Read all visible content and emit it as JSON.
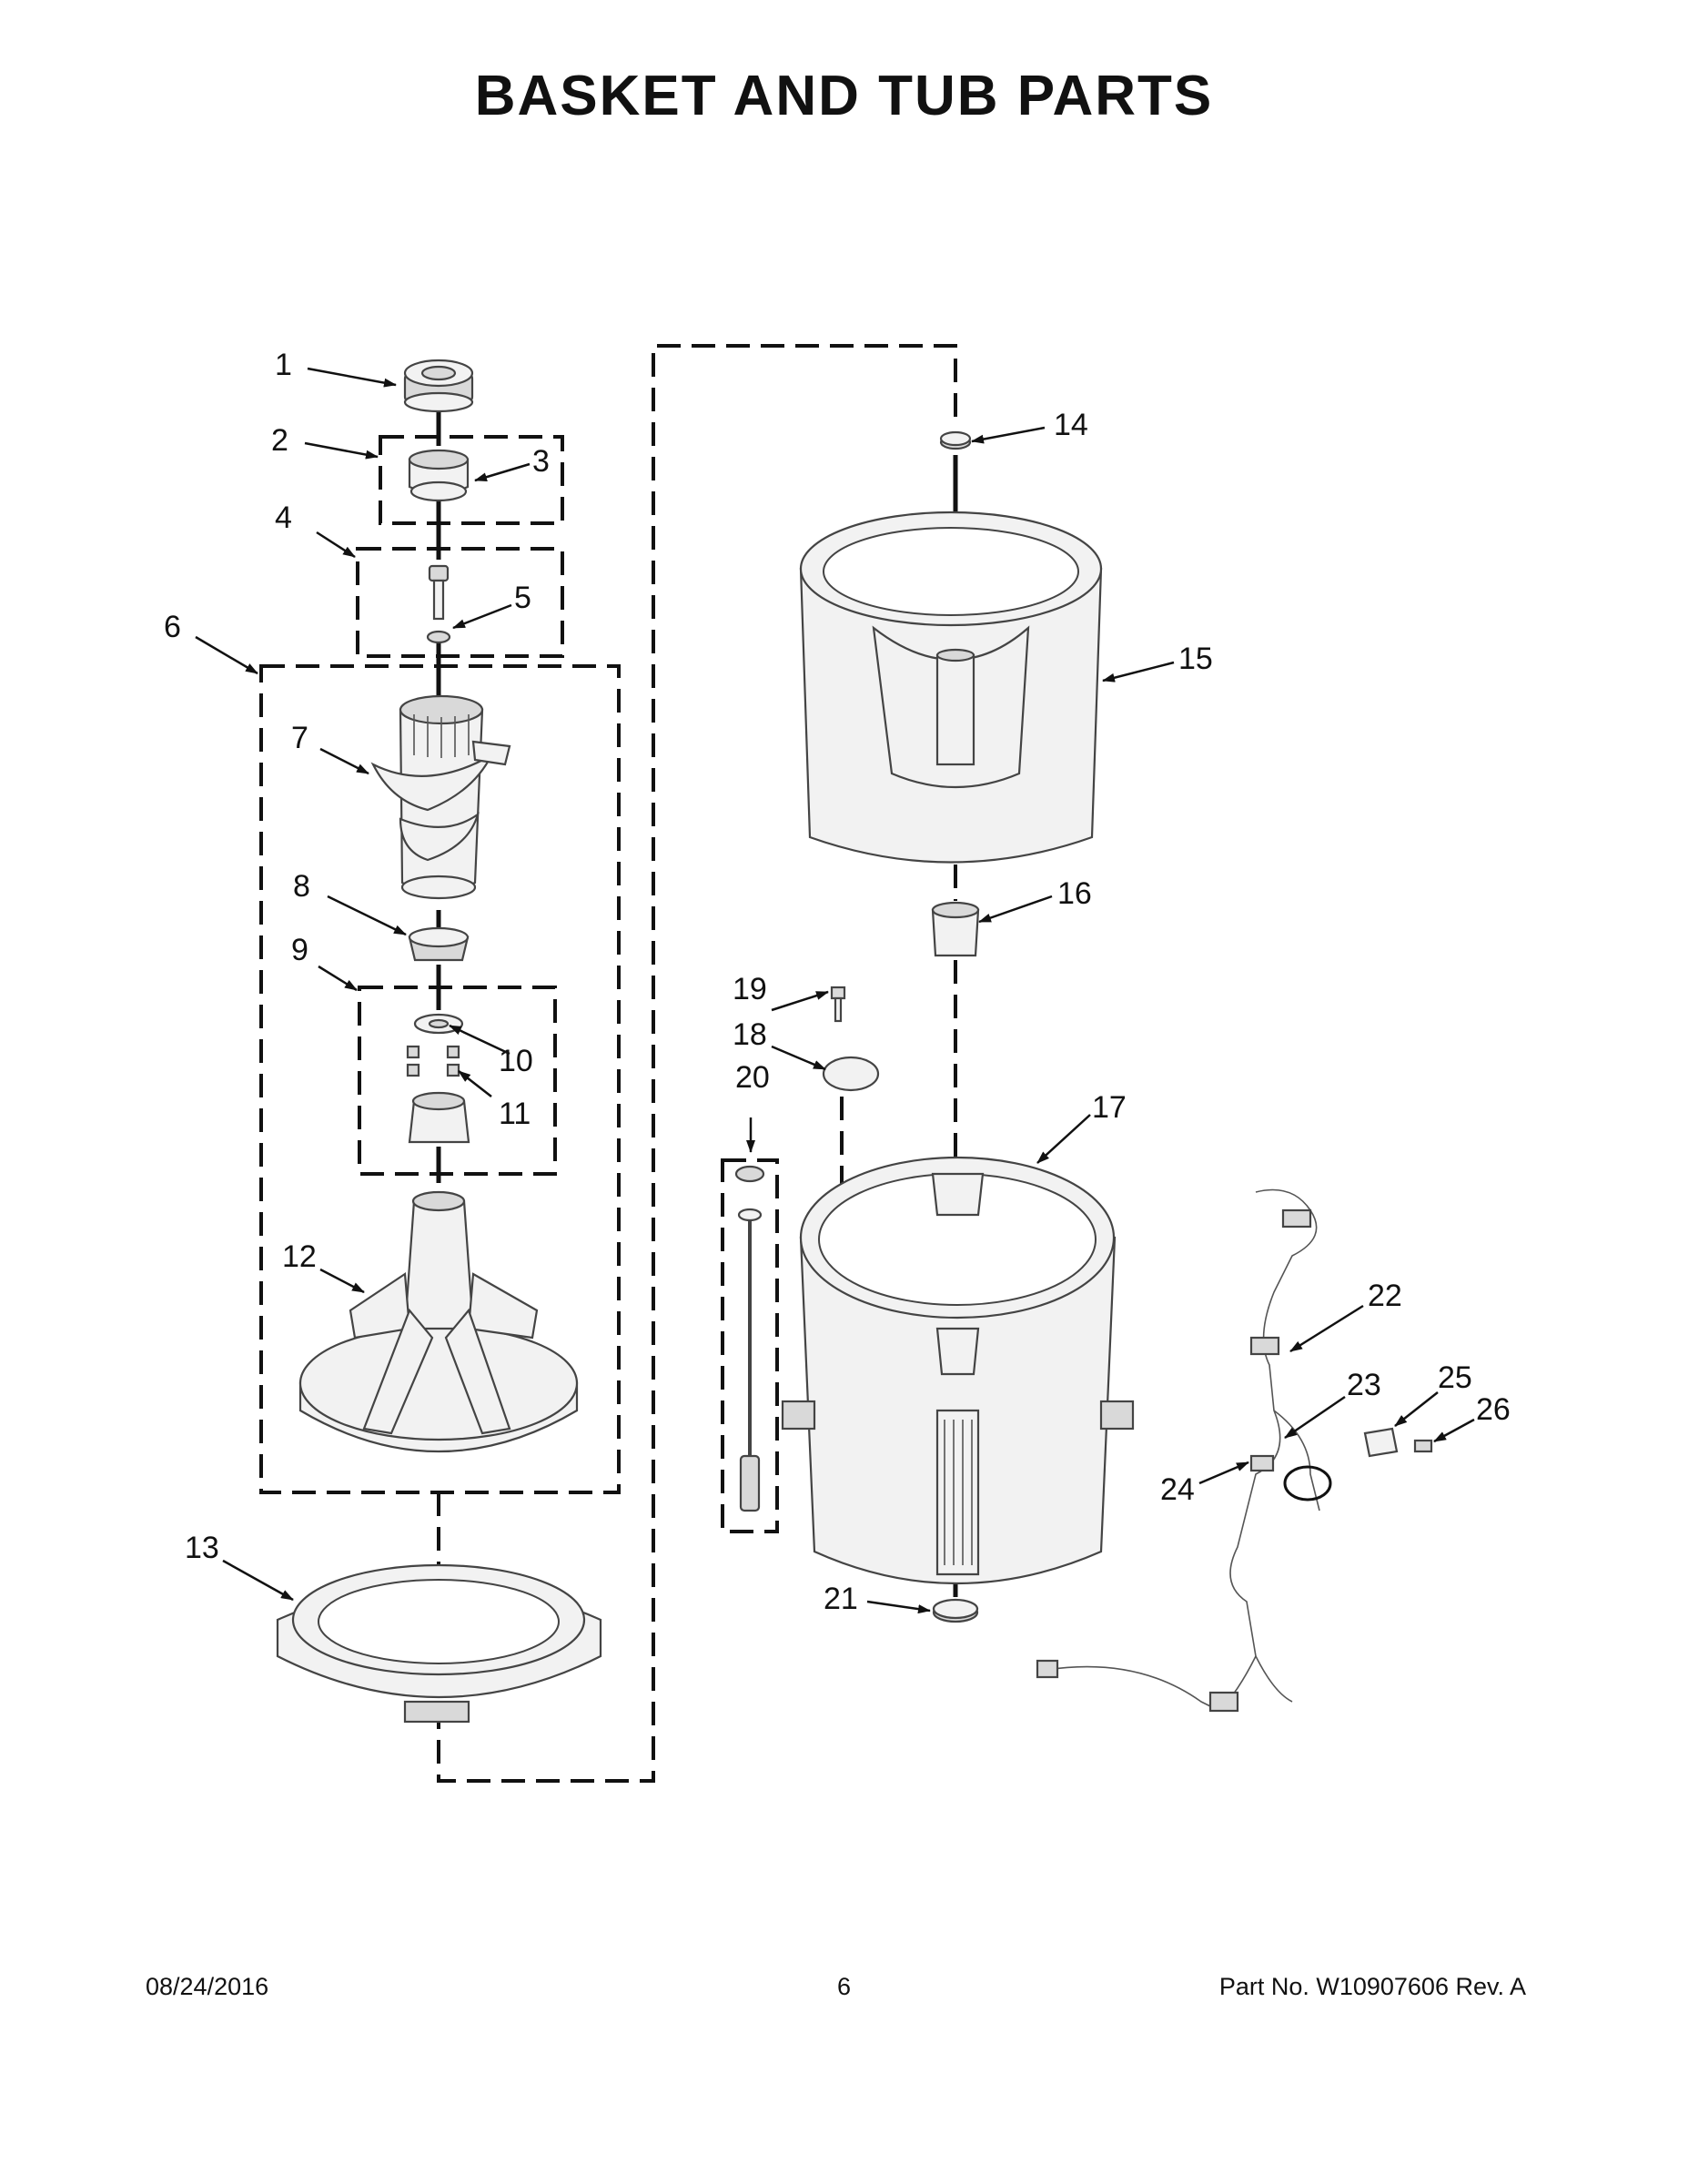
{
  "title": "BASKET AND TUB PARTS",
  "footer": {
    "date": "08/24/2016",
    "page_number": "6",
    "part_number": "Part No.  W10907606  Rev.  A"
  },
  "callouts": [
    "1",
    "2",
    "3",
    "4",
    "5",
    "6",
    "7",
    "8",
    "9",
    "10",
    "11",
    "12",
    "13",
    "14",
    "15",
    "16",
    "17",
    "18",
    "19",
    "20",
    "21",
    "22",
    "23",
    "24",
    "25",
    "26"
  ]
}
